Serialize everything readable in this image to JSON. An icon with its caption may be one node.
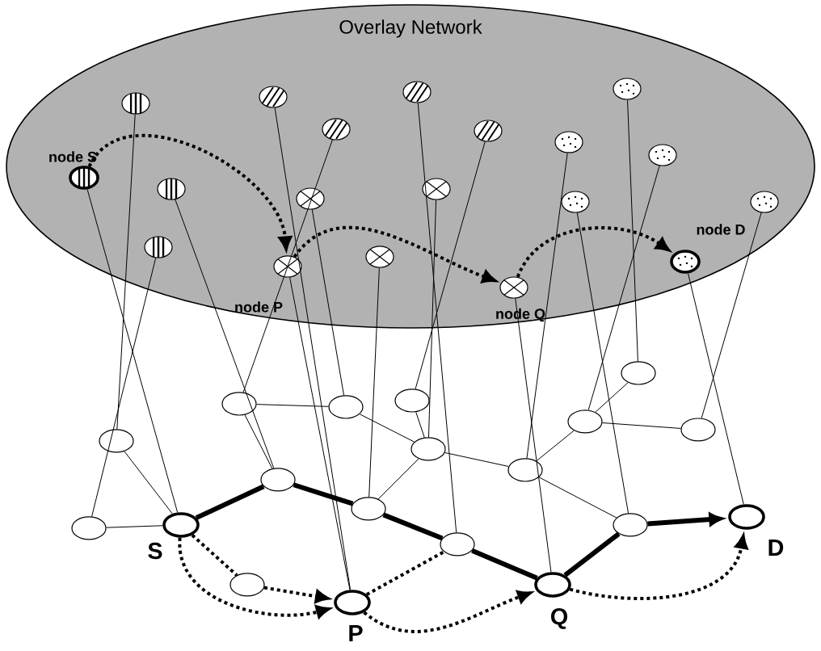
{
  "diagram": {
    "nodes": [
      {
        "text": [
          "Overlay Network"
        ]
      },
      {
        "text": [],
        "shape": "circle",
        "in": 0,
        "beside": [
          "node S"
        ]
      },
      {
        "text": [],
        "shape": "circle",
        "in": 0
      },
      {
        "text": [],
        "shape": "circle",
        "in": 0
      },
      {
        "text": [],
        "shape": "circle",
        "in": 0
      },
      {
        "text": [],
        "shape": "circle",
        "in": 0,
        "beside": [
          "node P"
        ]
      },
      {
        "text": [],
        "shape": "circle",
        "in": 0
      },
      {
        "text": [],
        "shape": "circle",
        "in": 0
      },
      {
        "text": [],
        "shape": "circle",
        "in": 0
      },
      {
        "text": [],
        "shape": "circle",
        "in": 0
      },
      {
        "text": [],
        "shape": "circle",
        "in": 0
      },
      {
        "text": [],
        "shape": "circle",
        "in": 0
      },
      {
        "text": [],
        "shape": "circle",
        "in": 0
      },
      {
        "text": [],
        "shape": "circle",
        "in": 0,
        "beside": [
          "node Q"
        ]
      },
      {
        "text": [],
        "shape": "circle",
        "in": 0
      },
      {
        "text": [],
        "shape": "circle",
        "in": 0
      },
      {
        "text": [],
        "shape": "circle",
        "in": 0
      },
      {
        "text": [],
        "shape": "circle",
        "in": 0
      },
      {
        "text": [],
        "shape": "circle",
        "in": 0,
        "beside": [
          "node D"
        ]
      },
      {
        "text": [],
        "shape": "circle",
        "in": 0
      },
      {
        "text": [],
        "shape": "circle"
      },
      {
        "text": [],
        "shape": "circle",
        "beside": [
          "S"
        ]
      },
      {
        "text": [],
        "shape": "circle"
      },
      {
        "text": [],
        "shape": "circle"
      },
      {
        "text": [],
        "shape": "circle"
      },
      {
        "text": [],
        "shape": "circle"
      },
      {
        "text": [],
        "shape": "circle"
      },
      {
        "text": [],
        "shape": "circle"
      },
      {
        "text": [],
        "shape": "circle"
      },
      {
        "text": [],
        "shape": "circle"
      },
      {
        "text": [],
        "shape": "circle",
        "beside": [
          "P"
        ]
      },
      {
        "text": [],
        "shape": "circle"
      },
      {
        "text": [],
        "shape": "circle"
      },
      {
        "text": [],
        "shape": "circle",
        "beside": [
          "Q"
        ]
      },
      {
        "text": [],
        "shape": "circle"
      },
      {
        "text": [],
        "shape": "circle"
      },
      {
        "text": [],
        "shape": "circle"
      },
      {
        "text": [],
        "shape": "circle"
      },
      {
        "text": [],
        "shape": "circle",
        "beside": [
          "D"
        ]
      }
    ],
    "edges": [
      {
        "from": 1,
        "to": 21,
        "arrow": "none"
      },
      {
        "from": 2,
        "to": 22,
        "arrow": "none"
      },
      {
        "from": 3,
        "to": 25,
        "arrow": "none"
      },
      {
        "from": 4,
        "to": 20,
        "arrow": "none"
      },
      {
        "from": 5,
        "to": 30,
        "arrow": "none"
      },
      {
        "from": 6,
        "to": 30,
        "arrow": "none"
      },
      {
        "from": 7,
        "to": 23,
        "arrow": "none"
      },
      {
        "from": 8,
        "to": 24,
        "arrow": "none"
      },
      {
        "from": 9,
        "to": 28,
        "arrow": "none"
      },
      {
        "from": 10,
        "to": 29,
        "arrow": "none"
      },
      {
        "from": 11,
        "to": 26,
        "arrow": "none"
      },
      {
        "from": 12,
        "to": 27,
        "arrow": "none"
      },
      {
        "from": 13,
        "to": 33,
        "arrow": "none"
      },
      {
        "from": 14,
        "to": 32,
        "arrow": "none"
      },
      {
        "from": 15,
        "to": 35,
        "arrow": "none"
      },
      {
        "from": 16,
        "to": 37,
        "arrow": "none"
      },
      {
        "from": 17,
        "to": 34,
        "arrow": "none"
      },
      {
        "from": 18,
        "to": 38,
        "arrow": "none"
      },
      {
        "from": 19,
        "to": 36,
        "arrow": "none"
      },
      {
        "from": 20,
        "to": 21,
        "arrow": "none"
      },
      {
        "from": 21,
        "to": 22,
        "arrow": "none"
      },
      {
        "from": 23,
        "to": 25,
        "arrow": "none"
      },
      {
        "from": 23,
        "to": 24,
        "arrow": "none"
      },
      {
        "from": 24,
        "to": 27,
        "arrow": "none"
      },
      {
        "from": 27,
        "to": 26,
        "arrow": "none"
      },
      {
        "from": 27,
        "to": 28,
        "arrow": "none"
      },
      {
        "from": 27,
        "to": 32,
        "arrow": "none"
      },
      {
        "from": 32,
        "to": 34,
        "arrow": "none"
      },
      {
        "from": 34,
        "to": 35,
        "arrow": "none"
      },
      {
        "from": 34,
        "to": 36,
        "arrow": "none"
      },
      {
        "from": 32,
        "to": 37,
        "arrow": "none"
      },
      {
        "from": 21,
        "to": 25,
        "arrow": "none",
        "style": "thick"
      },
      {
        "from": 25,
        "to": 28,
        "arrow": "none",
        "style": "thick"
      },
      {
        "from": 28,
        "to": 29,
        "arrow": "none",
        "style": "thick"
      },
      {
        "from": 29,
        "to": 33,
        "arrow": "none",
        "style": "thick"
      },
      {
        "from": 33,
        "to": 37,
        "arrow": "none",
        "style": "thick"
      },
      {
        "from": 37,
        "to": 38,
        "arrow": "to",
        "style": "thick"
      },
      {
        "from": 21,
        "to": 31,
        "arrow": "none",
        "style": "dashed"
      },
      {
        "from": 31,
        "to": 30,
        "arrow": "to",
        "style": "dashed"
      },
      {
        "from": 30,
        "to": 29,
        "arrow": "none",
        "style": "dashed"
      },
      {
        "from": 21,
        "to": 30,
        "arrow": "to",
        "style": "dashed"
      },
      {
        "from": 30,
        "to": 33,
        "arrow": "to",
        "style": "dashed"
      },
      {
        "from": 33,
        "to": 38,
        "arrow": "to",
        "style": "dashed"
      },
      {
        "from": 1,
        "to": 5,
        "arrow": "to",
        "style": "dashed"
      },
      {
        "from": 5,
        "to": 13,
        "arrow": "to",
        "style": "dashed"
      },
      {
        "from": 13,
        "to": 18,
        "arrow": "to",
        "style": "dashed"
      }
    ]
  }
}
